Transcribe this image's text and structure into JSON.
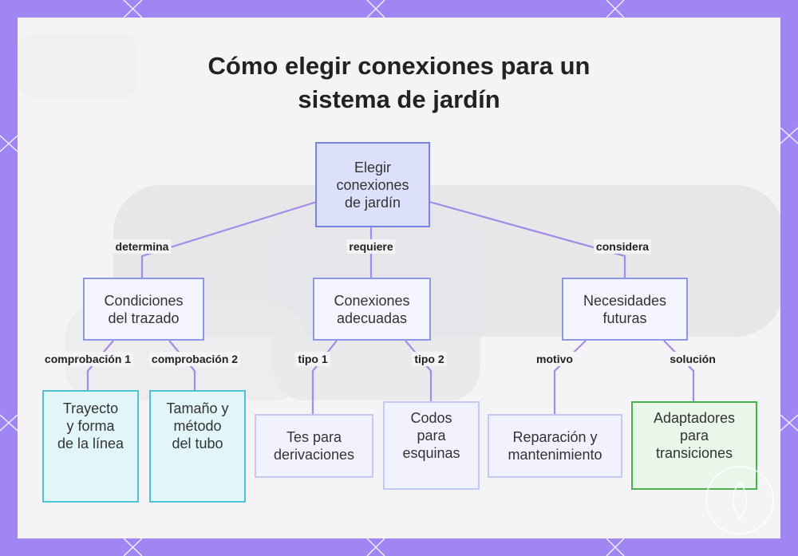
{
  "title": {
    "line1": "Cómo elegir conexiones para un",
    "line2": "sistema de jardín"
  },
  "nodes": {
    "root": "Elegir\nconexiones\nde jardín",
    "condiciones": "Condiciones\ndel trazado",
    "conexiones": "Conexiones\nadecuadas",
    "necesidades": "Necesidades\nfuturas",
    "trayecto": "Trayecto\ny forma\nde la línea",
    "tamano": "Tamaño y\nmétodo\ndel tubo",
    "tes": "Tes para\nderivaciones",
    "codos": "Codos\npara\nesquinas",
    "reparacion": "Reparación y\nmantenimiento",
    "adaptadores": "Adaptadores\npara\ntransiciones"
  },
  "edges": {
    "determina": "determina",
    "requiere": "requiere",
    "considera": "considera",
    "comprobacion1": "comprobación 1",
    "comprobacion2": "comprobación 2",
    "tipo1": "tipo 1",
    "tipo2": "tipo 2",
    "motivo": "motivo",
    "solucion": "solución"
  },
  "colors": {
    "frame": "#9f86f2",
    "connector": "#a58be8",
    "root_fill": "#dde0fb",
    "cyan_border": "#4fc3d6",
    "green_border": "#4caf50"
  }
}
